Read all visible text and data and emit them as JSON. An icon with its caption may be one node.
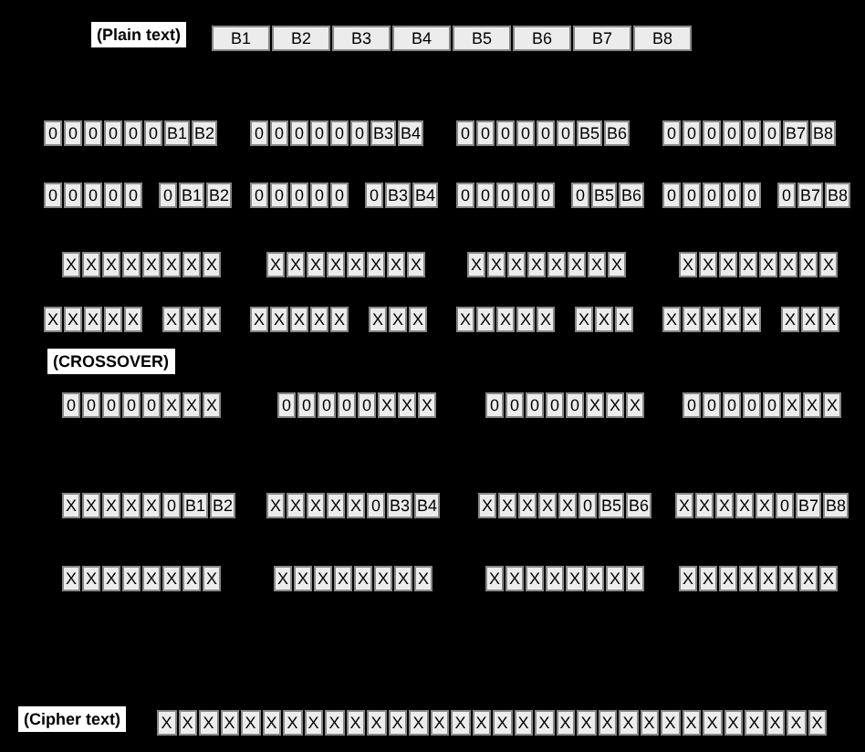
{
  "diagram": {
    "labels": [
      "(Plain text)",
      "B1",
      "B2",
      "B3",
      "B4",
      "B5",
      "B6",
      "B7",
      "B8",
      "0",
      "0",
      "0",
      "0",
      "0",
      "0",
      "B1",
      "B2",
      "0",
      "0",
      "0",
      "0",
      "0",
      "0",
      "B3",
      "B4",
      "0",
      "0",
      "0",
      "0",
      "0",
      "0",
      "B5",
      "B6",
      "0",
      "0",
      "0",
      "0",
      "0",
      "0",
      "B7",
      "B8",
      "0",
      "0",
      "0",
      "0",
      "0",
      "0",
      "B1",
      "B2",
      "0",
      "0",
      "0",
      "0",
      "0",
      "0",
      "B3",
      "B4",
      "0",
      "0",
      "0",
      "0",
      "0",
      "0",
      "B5",
      "B6",
      "0",
      "0",
      "0",
      "0",
      "0",
      "0",
      "B7",
      "B8",
      "X",
      "X",
      "X",
      "X",
      "X",
      "X",
      "X",
      "X",
      "X",
      "X",
      "X",
      "X",
      "X",
      "X",
      "X",
      "X",
      "X",
      "X",
      "X",
      "X",
      "X",
      "X",
      "X",
      "X",
      "X",
      "X",
      "X",
      "X",
      "X",
      "X",
      "X",
      "X",
      "X",
      "X",
      "X",
      "X",
      "X",
      "X",
      "X",
      "X",
      "X",
      "X",
      "X",
      "X",
      "X",
      "X",
      "X",
      "X",
      "X",
      "X",
      "X",
      "X",
      "X",
      "X",
      "X",
      "X",
      "X",
      "X",
      "X",
      "X",
      "X",
      "X",
      "X",
      "X",
      "(CROSSOVER)",
      "0",
      "0",
      "0",
      "0",
      "0",
      "X",
      "X",
      "X",
      "0",
      "0",
      "0",
      "0",
      "0",
      "X",
      "X",
      "X",
      "0",
      "0",
      "0",
      "0",
      "0",
      "X",
      "X",
      "X",
      "0",
      "0",
      "0",
      "0",
      "0",
      "X",
      "X",
      "X",
      "X",
      "X",
      "X",
      "X",
      "X",
      "0",
      "B1",
      "B2",
      "X",
      "X",
      "X",
      "X",
      "X",
      "0",
      "B3",
      "B4",
      "X",
      "X",
      "X",
      "X",
      "X",
      "0",
      "B5",
      "B6",
      "X",
      "X",
      "X",
      "X",
      "X",
      "0",
      "B7",
      "B8",
      "X",
      "X",
      "X",
      "X",
      "X",
      "X",
      "X",
      "X",
      "X",
      "X",
      "X",
      "X",
      "X",
      "X",
      "X",
      "X",
      "X",
      "X",
      "X",
      "X",
      "X",
      "X",
      "X",
      "X",
      "X",
      "X",
      "X",
      "X",
      "X",
      "X",
      "X",
      "X",
      "(Cipher text)",
      "X",
      "X",
      "X",
      "X",
      "X",
      "X",
      "X",
      "X",
      "X",
      "X",
      "X",
      "X",
      "X",
      "X",
      "X",
      "X",
      "X",
      "X",
      "X",
      "X",
      "X",
      "X",
      "X",
      "X",
      "X",
      "X",
      "X",
      "X",
      "X",
      "X",
      "X",
      "X"
    ]
  }
}
